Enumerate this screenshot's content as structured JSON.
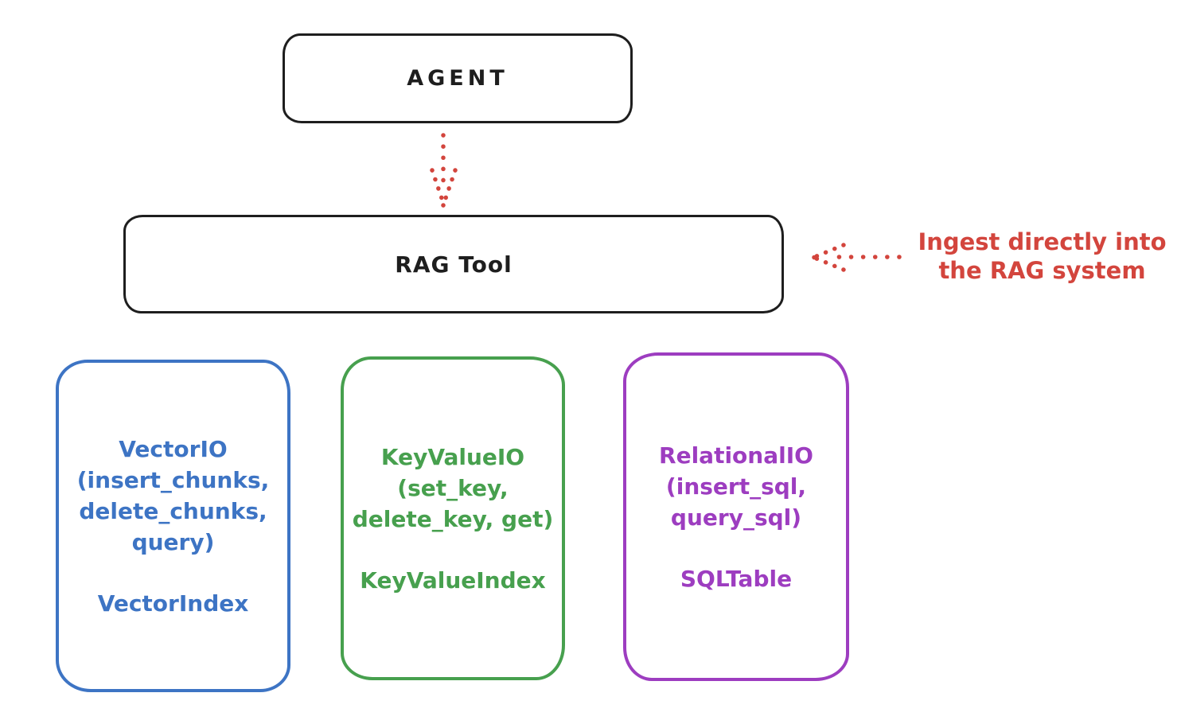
{
  "diagram": {
    "agent": {
      "label": "AGENT"
    },
    "rag_tool": {
      "label": "RAG Tool"
    },
    "annotation": {
      "line1": "Ingest directly into",
      "line2": "the RAG system"
    },
    "backends": [
      {
        "name": "vector-io",
        "lines": [
          "VectorIO",
          "(insert_chunks,",
          "delete_chunks,",
          "query)"
        ],
        "index_label": "VectorIndex"
      },
      {
        "name": "key-value-io",
        "lines": [
          "KeyValueIO",
          "(set_key,",
          "delete_key, get)"
        ],
        "index_label": "KeyValueIndex"
      },
      {
        "name": "relational-io",
        "lines": [
          "RelationalIO",
          "(insert_sql,",
          "query_sql)"
        ],
        "index_label": "SQLTable"
      }
    ],
    "colors": {
      "stroke": "#1e1e1e",
      "accent_red": "#d3453d",
      "blue": "#3d74c4",
      "green": "#47a04e",
      "purple": "#9d3dc0"
    }
  }
}
